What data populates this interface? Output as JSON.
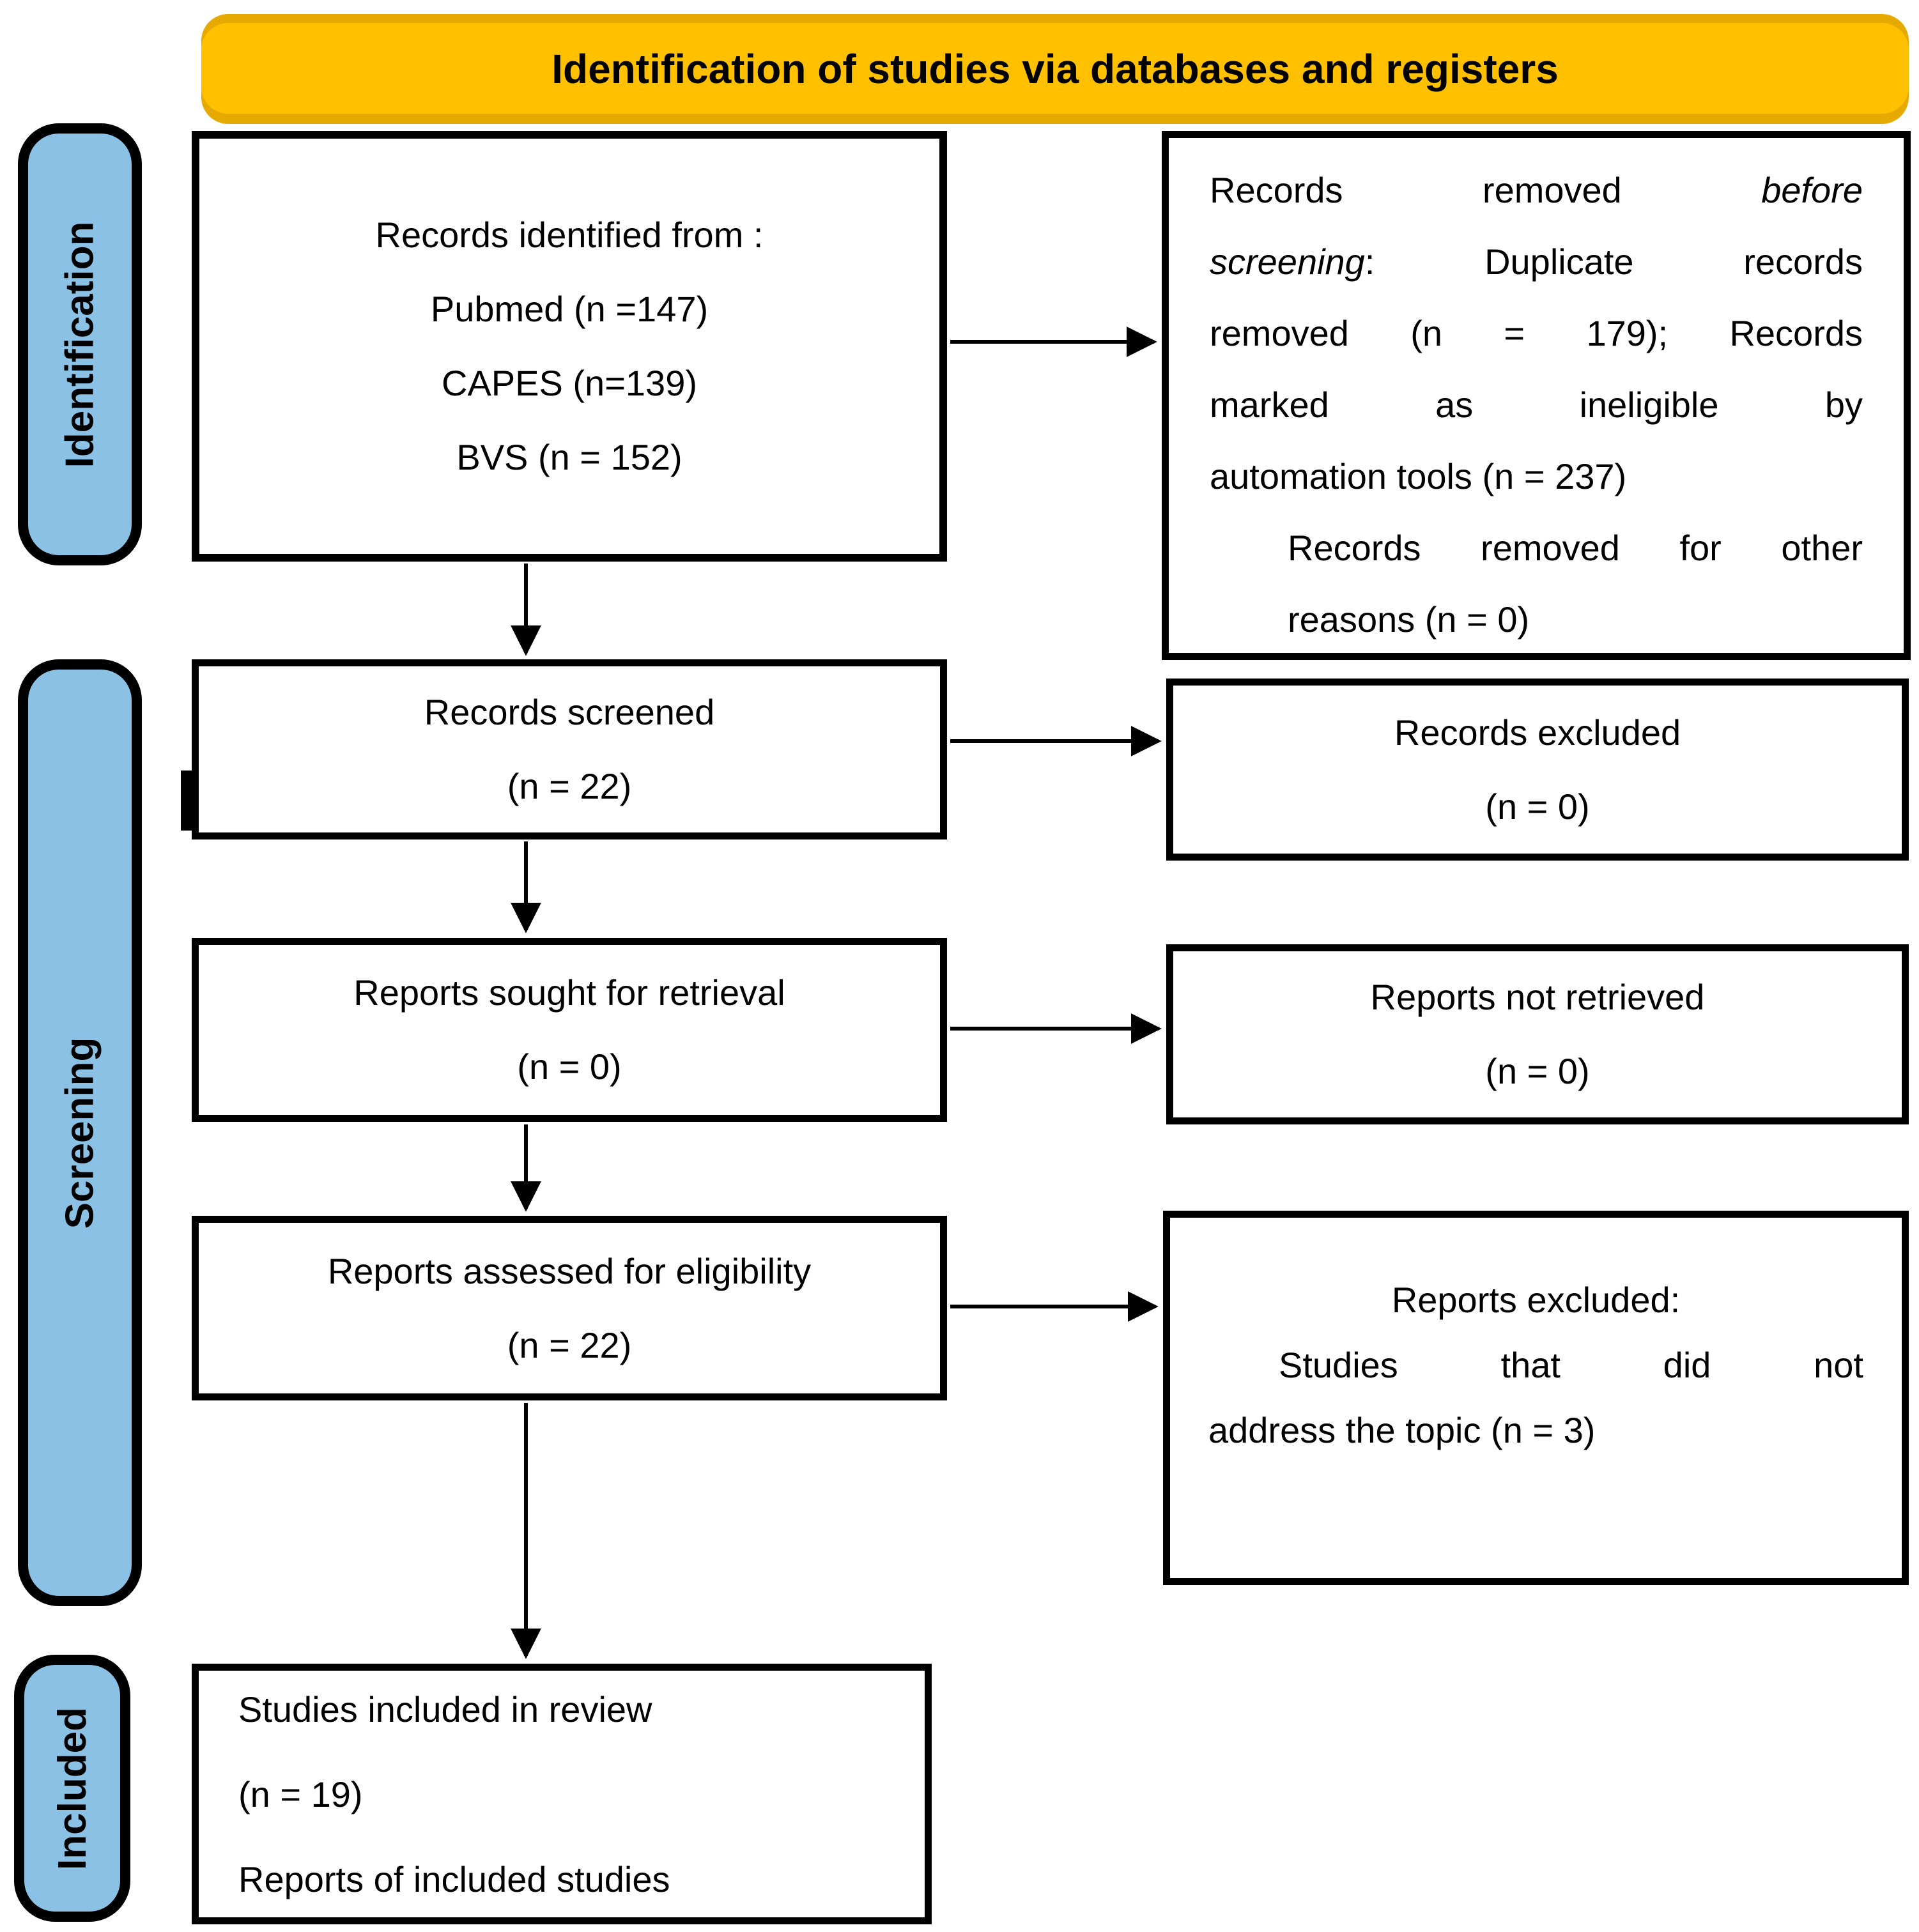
{
  "banner": {
    "title": "Identification of studies via databases and registers",
    "bg": "#FFC000"
  },
  "sidebar": {
    "bg": "#8BC1E5",
    "items": [
      {
        "id": "identification",
        "label": "Identification"
      },
      {
        "id": "screening",
        "label": "Screening"
      },
      {
        "id": "included",
        "label": "Included"
      }
    ]
  },
  "boxes": {
    "identified": {
      "lines": [
        "Records identified from :",
        "Pubmed (n =147)",
        "CAPES (n=139)",
        "BVS (n = 152)"
      ]
    },
    "removed_before_screening": {
      "line1_pre": "Records removed ",
      "line1_italic": "before",
      "line2_italic": "screening",
      "line2_rest": ": Duplicate records",
      "line3": "removed (n = 179); Records",
      "line4": "marked as ineligible by",
      "line5": "automation tools (n = 237)",
      "line6": "Records removed for other",
      "line7": "reasons (n = 0)"
    },
    "screened": {
      "lines": [
        "Records screened",
        "(n = 22)"
      ]
    },
    "records_excluded": {
      "lines": [
        "Records excluded",
        "(n = 0)"
      ]
    },
    "sought_retrieval": {
      "lines": [
        "Reports sought for retrieval",
        "(n = 0)"
      ]
    },
    "not_retrieved": {
      "lines": [
        "Reports not retrieved",
        "(n = 0)"
      ]
    },
    "assessed_eligibility": {
      "lines": [
        "Reports assessed for eligibility",
        "(n = 22)"
      ]
    },
    "reports_excluded": {
      "line1": "Reports excluded:",
      "line2": "Studies that did not",
      "line3": "address the topic (n = 3)"
    },
    "included_review": {
      "lines": [
        "Studies included in review",
        "(n = 19)",
        "Reports of included studies"
      ]
    }
  }
}
